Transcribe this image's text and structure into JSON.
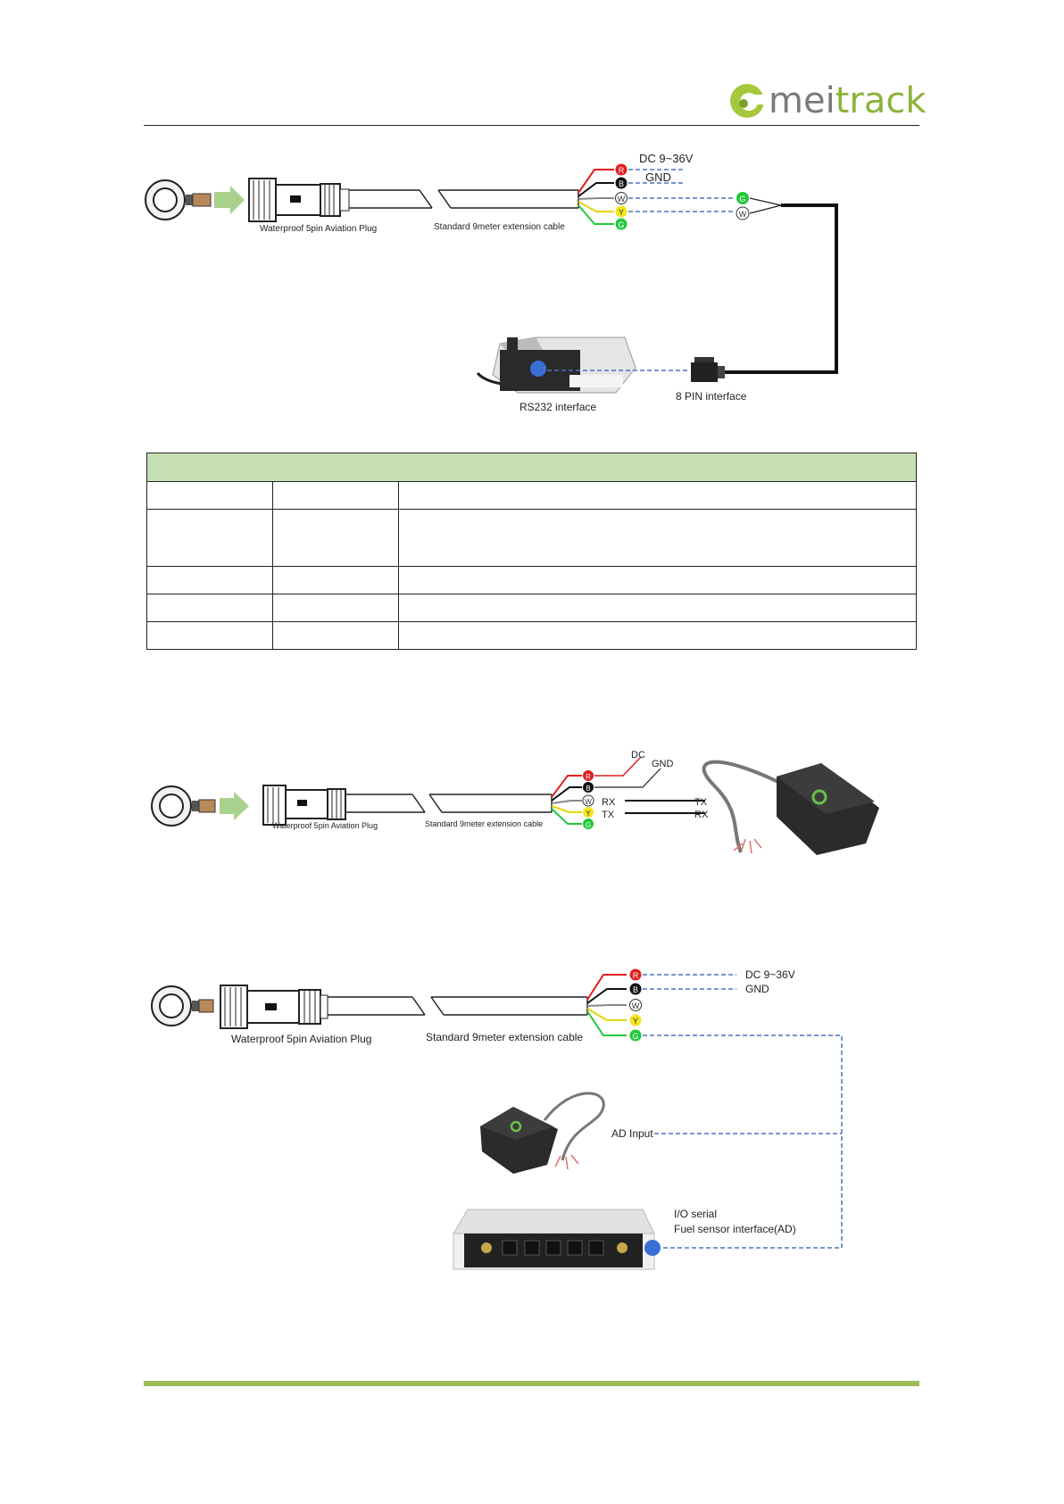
{
  "brand": {
    "logo_text": "meitrack",
    "logo_mark": "meitrack-c-logo-icon",
    "accent_color": "#8cb33c"
  },
  "diagram1": {
    "plug_label": "Waterproof 5pin Aviation Plug",
    "cable_label": "Standard 9meter extension cable",
    "power_label": "DC 9~36V",
    "gnd_label": "GND",
    "interface_8pin_label": "8 PIN interface",
    "rs232_label": "RS232 interface",
    "wire_letters": [
      "R",
      "B",
      "W",
      "Y",
      "G"
    ],
    "pair_letters": [
      "G",
      "W"
    ]
  },
  "table": {
    "header": "",
    "rows": [
      [
        "",
        "",
        ""
      ],
      [
        "",
        "",
        ""
      ],
      [
        "",
        "",
        ""
      ],
      [
        "",
        "",
        ""
      ],
      [
        "",
        "",
        ""
      ]
    ]
  },
  "diagram2": {
    "plug_label": "Waterproof 5pin Aviation Plug",
    "cable_label": "Standard 9meter extension cable",
    "dc_label": "DC",
    "gnd_label": "GND",
    "rx_left": "RX",
    "tx_left": "TX",
    "tx_right": "TX",
    "rx_right": "RX",
    "wire_letters": [
      "R",
      "B",
      "W",
      "Y",
      "G"
    ]
  },
  "diagram3": {
    "plug_label": "Waterproof 5pin Aviation Plug",
    "cable_label": "Standard 9meter extension cable",
    "power_label": "DC 9~36V",
    "gnd_label": "GND",
    "ad_input_label": "AD Input",
    "io_serial_label": "I/O serial",
    "fuel_label": "Fuel sensor interface(AD)",
    "wire_letters": [
      "R",
      "B",
      "W",
      "Y",
      "G"
    ]
  },
  "colors": {
    "red": "#e01f1f",
    "black": "#111111",
    "white": "#ffffff",
    "yellow": "#f4e51c",
    "green": "#22c83c",
    "dash_blue": "#4a73c0",
    "table_header": "#c6e0b4",
    "footer": "#9bbb59"
  }
}
